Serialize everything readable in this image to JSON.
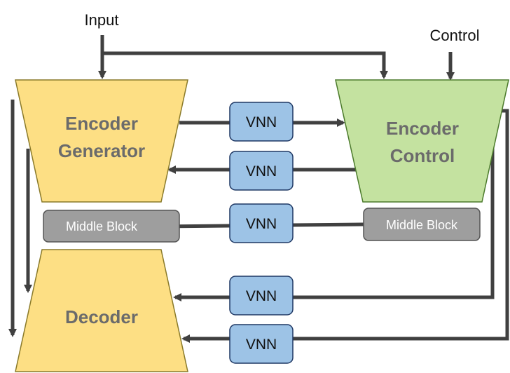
{
  "inputs": {
    "input_label": "Input",
    "control_label": "Control"
  },
  "blocks": {
    "encoder_generator": [
      "Encoder",
      "Generator"
    ],
    "encoder_control": [
      "Encoder",
      "Control"
    ],
    "decoder": "Decoder",
    "middle_block_left": "Middle Block",
    "middle_block_right": "Middle Block",
    "vnn": [
      "VNN",
      "VNN",
      "VNN",
      "VNN",
      "VNN"
    ]
  },
  "colors": {
    "generator_fill": "#fddf84",
    "generator_stroke": "#8a7a2a",
    "control_fill": "#c4e2a0",
    "control_stroke": "#4b7a2b",
    "vnn_fill": "#9dc3e6",
    "vnn_stroke": "#1f3864",
    "middle_fill": "#9e9e9e",
    "middle_stroke": "#555555",
    "arrow": "#404040"
  }
}
